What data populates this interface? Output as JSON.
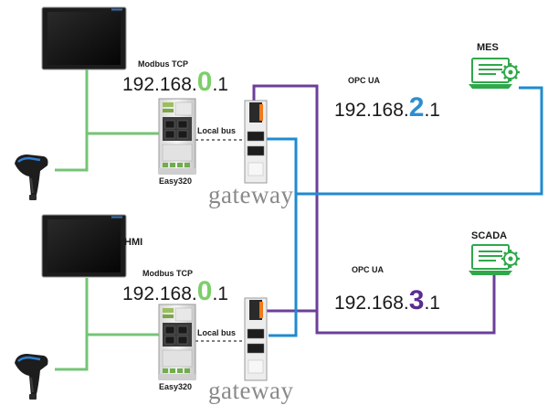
{
  "colors": {
    "modbus_line": "#74c476",
    "ua_purple": "#6b3f9a",
    "ua_blue": "#1f8bcf",
    "ip_green": "#7ccf6a",
    "ip_blue": "#2d8ed0",
    "ip_purple": "#5a2d91",
    "monitor_green": "#38b24a"
  },
  "top": {
    "protocol": "Modbus TCP",
    "ip": {
      "prefix": "192.168.",
      "octet": "0",
      "suffix": ".1"
    },
    "local_bus": "Local bus",
    "controller": "Easy320",
    "gateway": "gateway"
  },
  "bottom": {
    "hmi": "HMI",
    "protocol": "Modbus TCP",
    "ip": {
      "prefix": "192.168.",
      "octet": "0",
      "suffix": ".1"
    },
    "local_bus": "Local bus",
    "controller": "Easy320",
    "gateway": "gateway"
  },
  "mes": {
    "label": "MES",
    "protocol": "OPC UA",
    "ip": {
      "prefix": "192.168.",
      "octet": "2",
      "suffix": ".1"
    }
  },
  "scada": {
    "label": "SCADA",
    "protocol": "OPC UA",
    "ip": {
      "prefix": "192.168.",
      "octet": "3",
      "suffix": ".1"
    }
  }
}
